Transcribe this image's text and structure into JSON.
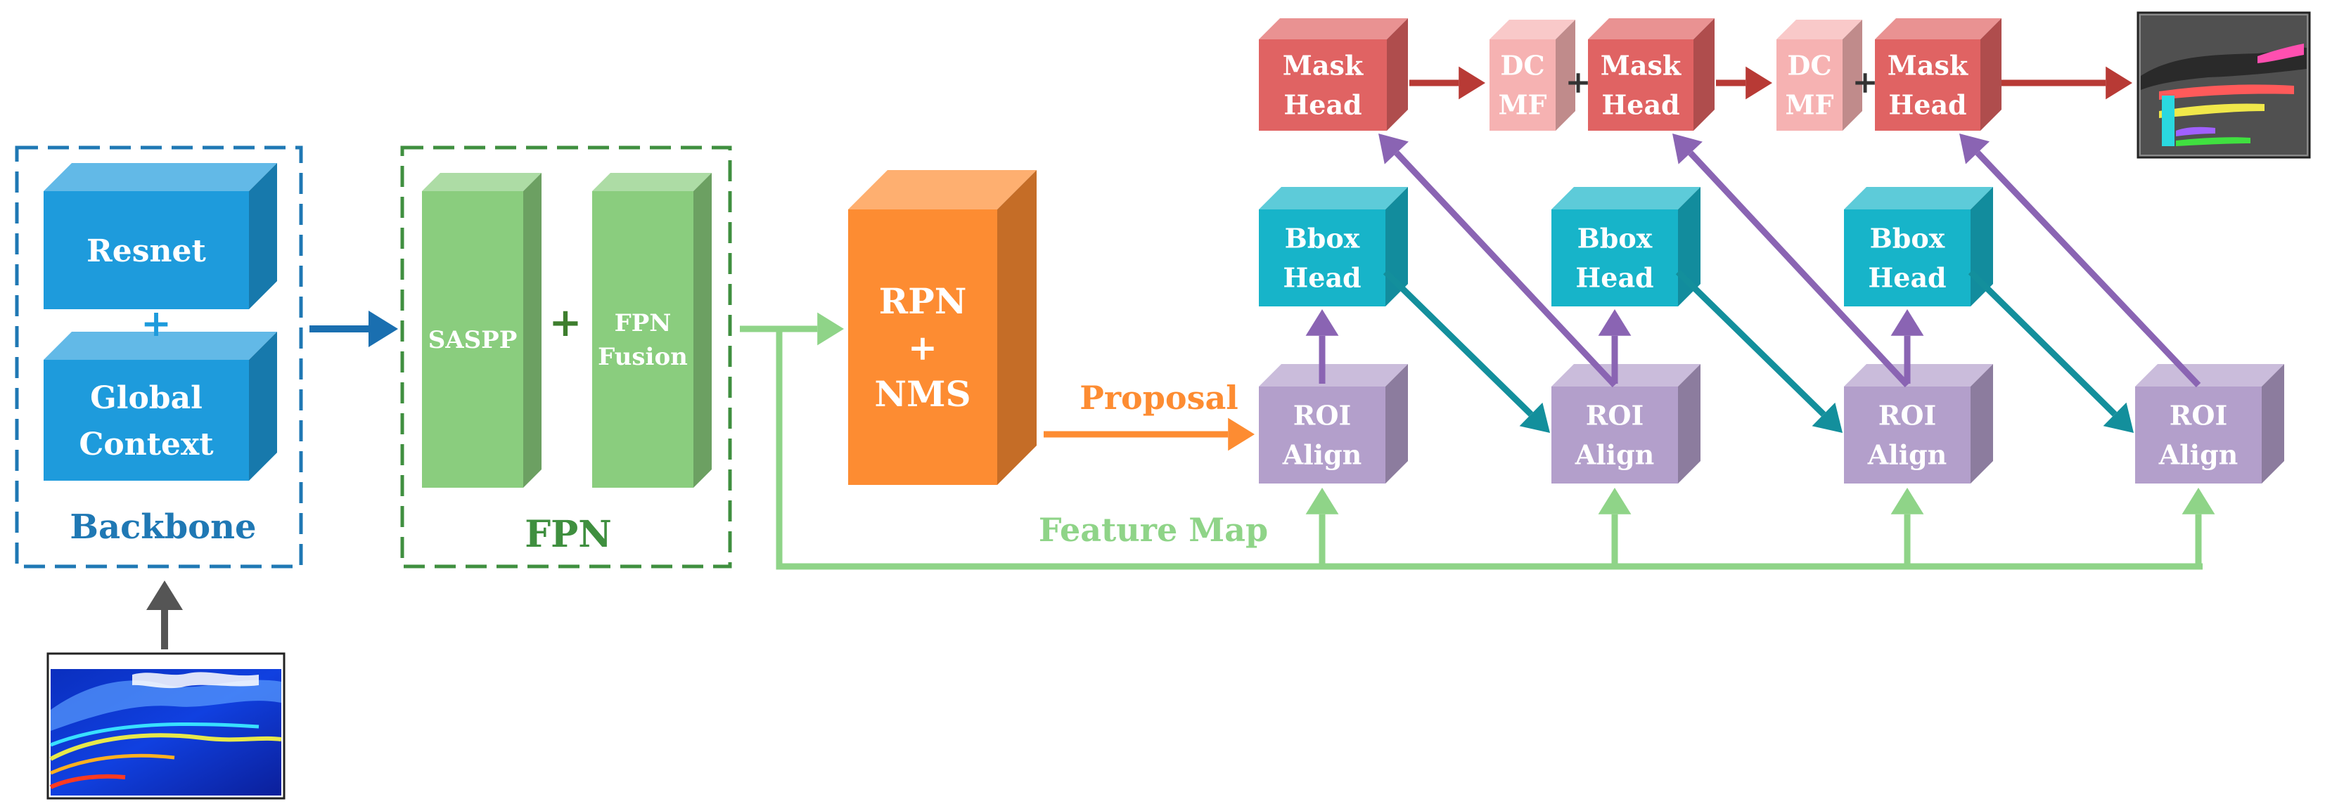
{
  "groups": {
    "backbone": {
      "label": "Backbone",
      "color": "#1f78b4"
    },
    "fpn": {
      "label": "FPN",
      "color": "#3f8f3f"
    }
  },
  "blocks": {
    "resnet": {
      "label": [
        "Resnet"
      ]
    },
    "global_context": {
      "label": [
        "Global",
        "Context"
      ]
    },
    "saspp": {
      "label": [
        "SASPP"
      ]
    },
    "fpn_fusion": {
      "label": [
        "FPN",
        "Fusion"
      ]
    },
    "rpn": {
      "label": [
        "RPN",
        "+",
        "NMS"
      ]
    },
    "roi_align": {
      "label": [
        "ROI",
        "Align"
      ]
    },
    "bbox_head": {
      "label": [
        "Bbox",
        "Head"
      ]
    },
    "mask_head": {
      "label": [
        "Mask",
        "Head"
      ]
    },
    "dcmf": {
      "label": [
        "DC",
        "MF"
      ]
    }
  },
  "operators": {
    "plus": "+"
  },
  "edge_labels": {
    "proposal": "Proposal",
    "feature_map": "Feature Map"
  },
  "colors": {
    "blue": "#1e9bdc",
    "green": "#8acd7e",
    "orange": "#fd8c32",
    "purple": "#b39fcb",
    "teal": "#17b4c9",
    "red": "#e06363",
    "pink": "#f6b2b2",
    "arrow_purple": "#8a64b3",
    "arrow_teal": "#138f9c",
    "arrow_red": "#b83a35",
    "arrow_green": "#8fd488",
    "arrow_gray": "#555555"
  }
}
